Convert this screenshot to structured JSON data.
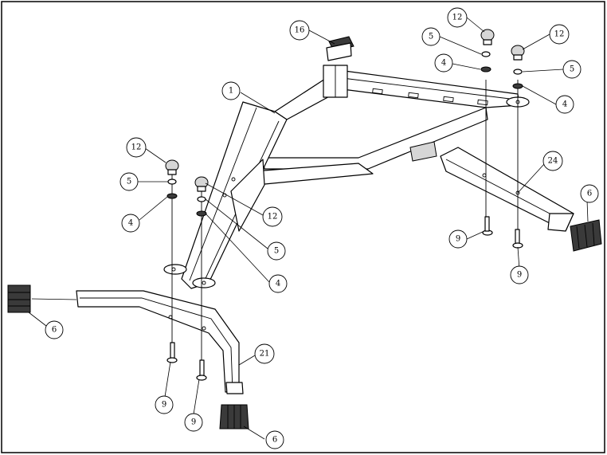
{
  "callouts": [
    {
      "id": "c1",
      "label": "1"
    },
    {
      "id": "c16",
      "label": "16"
    },
    {
      "id": "c12a",
      "label": "12"
    },
    {
      "id": "c12b",
      "label": "12"
    },
    {
      "id": "c5a",
      "label": "5"
    },
    {
      "id": "c5b",
      "label": "5"
    },
    {
      "id": "c4a",
      "label": "4"
    },
    {
      "id": "c4b",
      "label": "4"
    },
    {
      "id": "c24",
      "label": "24"
    },
    {
      "id": "c6a",
      "label": "6"
    },
    {
      "id": "c9a",
      "label": "9"
    },
    {
      "id": "c9b",
      "label": "9"
    },
    {
      "id": "c12c",
      "label": "12"
    },
    {
      "id": "c5c",
      "label": "5"
    },
    {
      "id": "c4c",
      "label": "4"
    },
    {
      "id": "c12d",
      "label": "12"
    },
    {
      "id": "c5d",
      "label": "5"
    },
    {
      "id": "c4d",
      "label": "4"
    },
    {
      "id": "c6b",
      "label": "6"
    },
    {
      "id": "c21",
      "label": "21"
    },
    {
      "id": "c9c",
      "label": "9"
    },
    {
      "id": "c9d",
      "label": "9"
    },
    {
      "id": "c6c",
      "label": "6"
    }
  ]
}
